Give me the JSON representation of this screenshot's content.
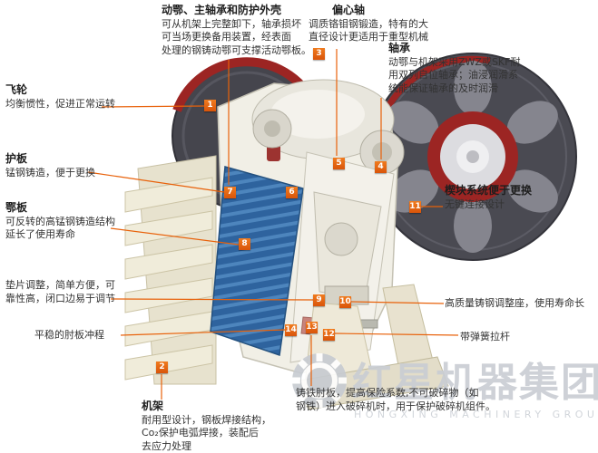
{
  "colors": {
    "accent_line": "#e8610a",
    "marker_bg": "#e8580c",
    "jaw_blue": "#2e639e",
    "flywheel_red": "#9c2523"
  },
  "callouts": [
    {
      "id": "moving-jaw-assembly",
      "title": "动鄂、主轴承和防护外壳",
      "body": "可从机架上完整卸下，轴承损坏\n可当场更换备用装置，经表面\n处理的钢铸动鄂可支撑活动鄂板。"
    },
    {
      "id": "eccentric-shaft",
      "title": "偏心轴",
      "body": "调质铬钼钢锻造，特有的大\n直径设计更适用于重型机械"
    },
    {
      "id": "bearing",
      "title": "轴承",
      "body": "动鄂与机架采用ZWZ或SKF耐\n用双列自位轴承；油浸润滑系\n统能保证轴承的及时润滑"
    },
    {
      "id": "flywheel",
      "title": "飞轮",
      "body": "均衡惯性，促进正常运转"
    },
    {
      "id": "guard-plate",
      "title": "护板",
      "body": "锰钢铸造，便于更换"
    },
    {
      "id": "jaw-plate",
      "title": "鄂板",
      "body": "可反转的高锰钢铸造结构\n延长了使用寿命"
    },
    {
      "id": "shim-adjustment",
      "title": "",
      "body": "垫片调整，简单方便，可\n靠性高，闭口边易于调节"
    },
    {
      "id": "toggle-stroke",
      "title": "",
      "body": "平稳的肘板冲程"
    },
    {
      "id": "frame",
      "title": "机架",
      "body": "耐用型设计，钢板焊接结构，\nCo₂保护电弧焊接，装配后\n去应力处理"
    },
    {
      "id": "wedge-system",
      "title": "楔块系统便于更换",
      "body": "无键连接设计"
    },
    {
      "id": "adjusting-seat",
      "title": "",
      "body": "高质量铸钢调整座，使用寿命长"
    },
    {
      "id": "spring-rod",
      "title": "",
      "body": "带弹簧拉杆"
    },
    {
      "id": "cast-iron-toggle",
      "title": "",
      "body": "铸铁肘板，提高保险系数,不可破碎物（如\n钢铁）进入破碎机时，用于保护破碎机组件。"
    }
  ],
  "markers": [
    "1",
    "2",
    "3",
    "4",
    "5",
    "6",
    "7",
    "8",
    "9",
    "10",
    "11",
    "12",
    "13",
    "14"
  ],
  "watermark": {
    "title": "红星机器集团",
    "subtitle": "HONGXING MACHINERY GROUP"
  }
}
